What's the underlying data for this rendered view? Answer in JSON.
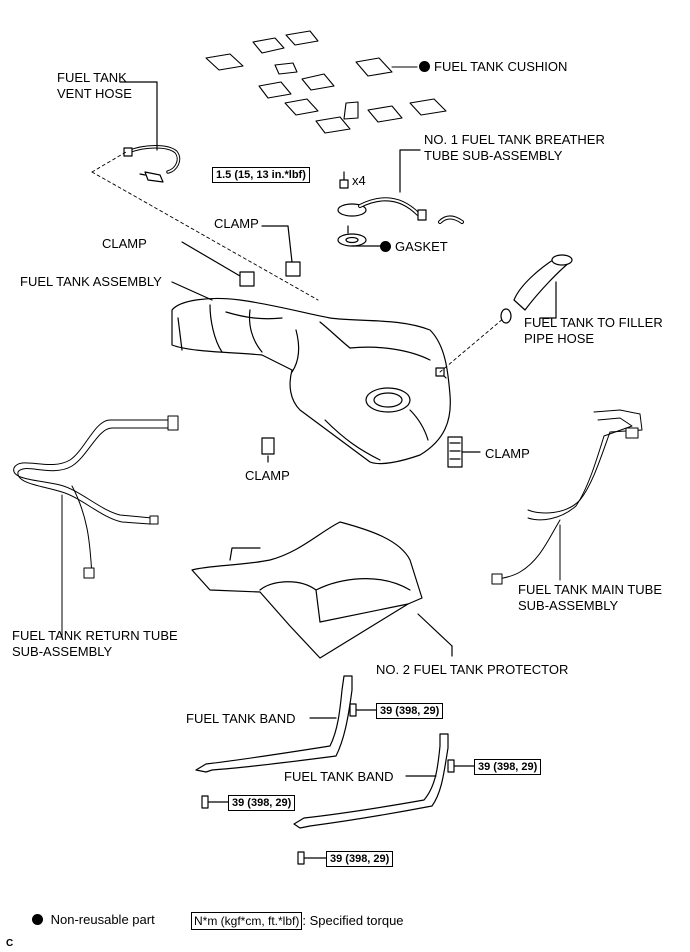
{
  "labels": {
    "fuel_tank_cushion": "FUEL TANK CUSHION",
    "vent_hose_line1": "FUEL TANK",
    "vent_hose_line2": "VENT HOSE",
    "breather_line1": "NO. 1 FUEL TANK BREATHER",
    "breather_line2": "TUBE SUB-ASSEMBLY",
    "x4": "x4",
    "clamp": "CLAMP",
    "gasket": "GASKET",
    "fuel_tank_assembly": "FUEL TANK ASSEMBLY",
    "filler_hose_line1": "FUEL TANK TO FILLER",
    "filler_hose_line2": "PIPE HOSE",
    "main_tube_line1": "FUEL TANK MAIN TUBE",
    "main_tube_line2": "SUB-ASSEMBLY",
    "return_tube_line1": "FUEL TANK RETURN TUBE",
    "return_tube_line2": "SUB-ASSEMBLY",
    "protector": "NO. 2 FUEL TANK PROTECTOR",
    "fuel_tank_band": "FUEL TANK BAND"
  },
  "torques": {
    "breather_bolt": "1.5 (15, 13 in.*lbf)",
    "band_bolt": "39 (398, 29)"
  },
  "legend": {
    "non_reusable": "Non-reusable part",
    "torque_unit": "N*m (kgf*cm, ft.*lbf)",
    "specified_torque": ": Specified torque"
  },
  "corner_mark": "C"
}
